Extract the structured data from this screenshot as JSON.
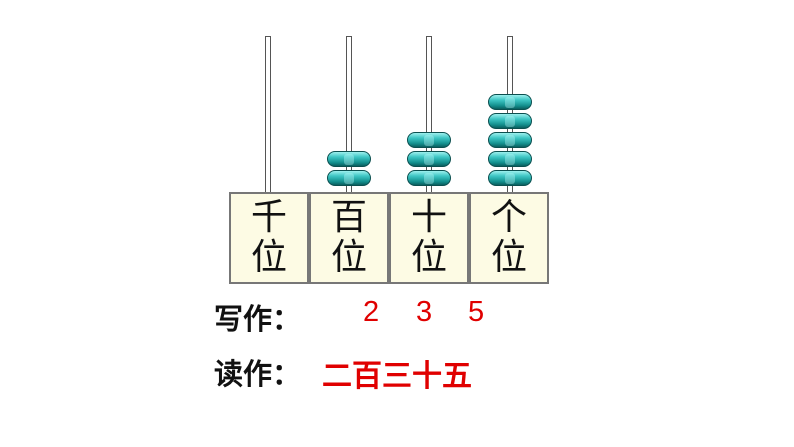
{
  "abacus": {
    "places": [
      {
        "name_line1": "千",
        "name_line2": "位",
        "beads": 0
      },
      {
        "name_line1": "百",
        "name_line2": "位",
        "beads": 2
      },
      {
        "name_line1": "十",
        "name_line2": "位",
        "beads": 3
      },
      {
        "name_line1": "个",
        "name_line2": "位",
        "beads": 5
      }
    ],
    "bead_color": "#2fb3b1",
    "rod_color": "#ffffff",
    "box_color": "#fdfbe4"
  },
  "written": {
    "label": "写作：",
    "digits": [
      "2",
      "3",
      "5"
    ],
    "color": "#e00000"
  },
  "read": {
    "label": "读作：",
    "value": "二百三十五",
    "color": "#e00000"
  }
}
